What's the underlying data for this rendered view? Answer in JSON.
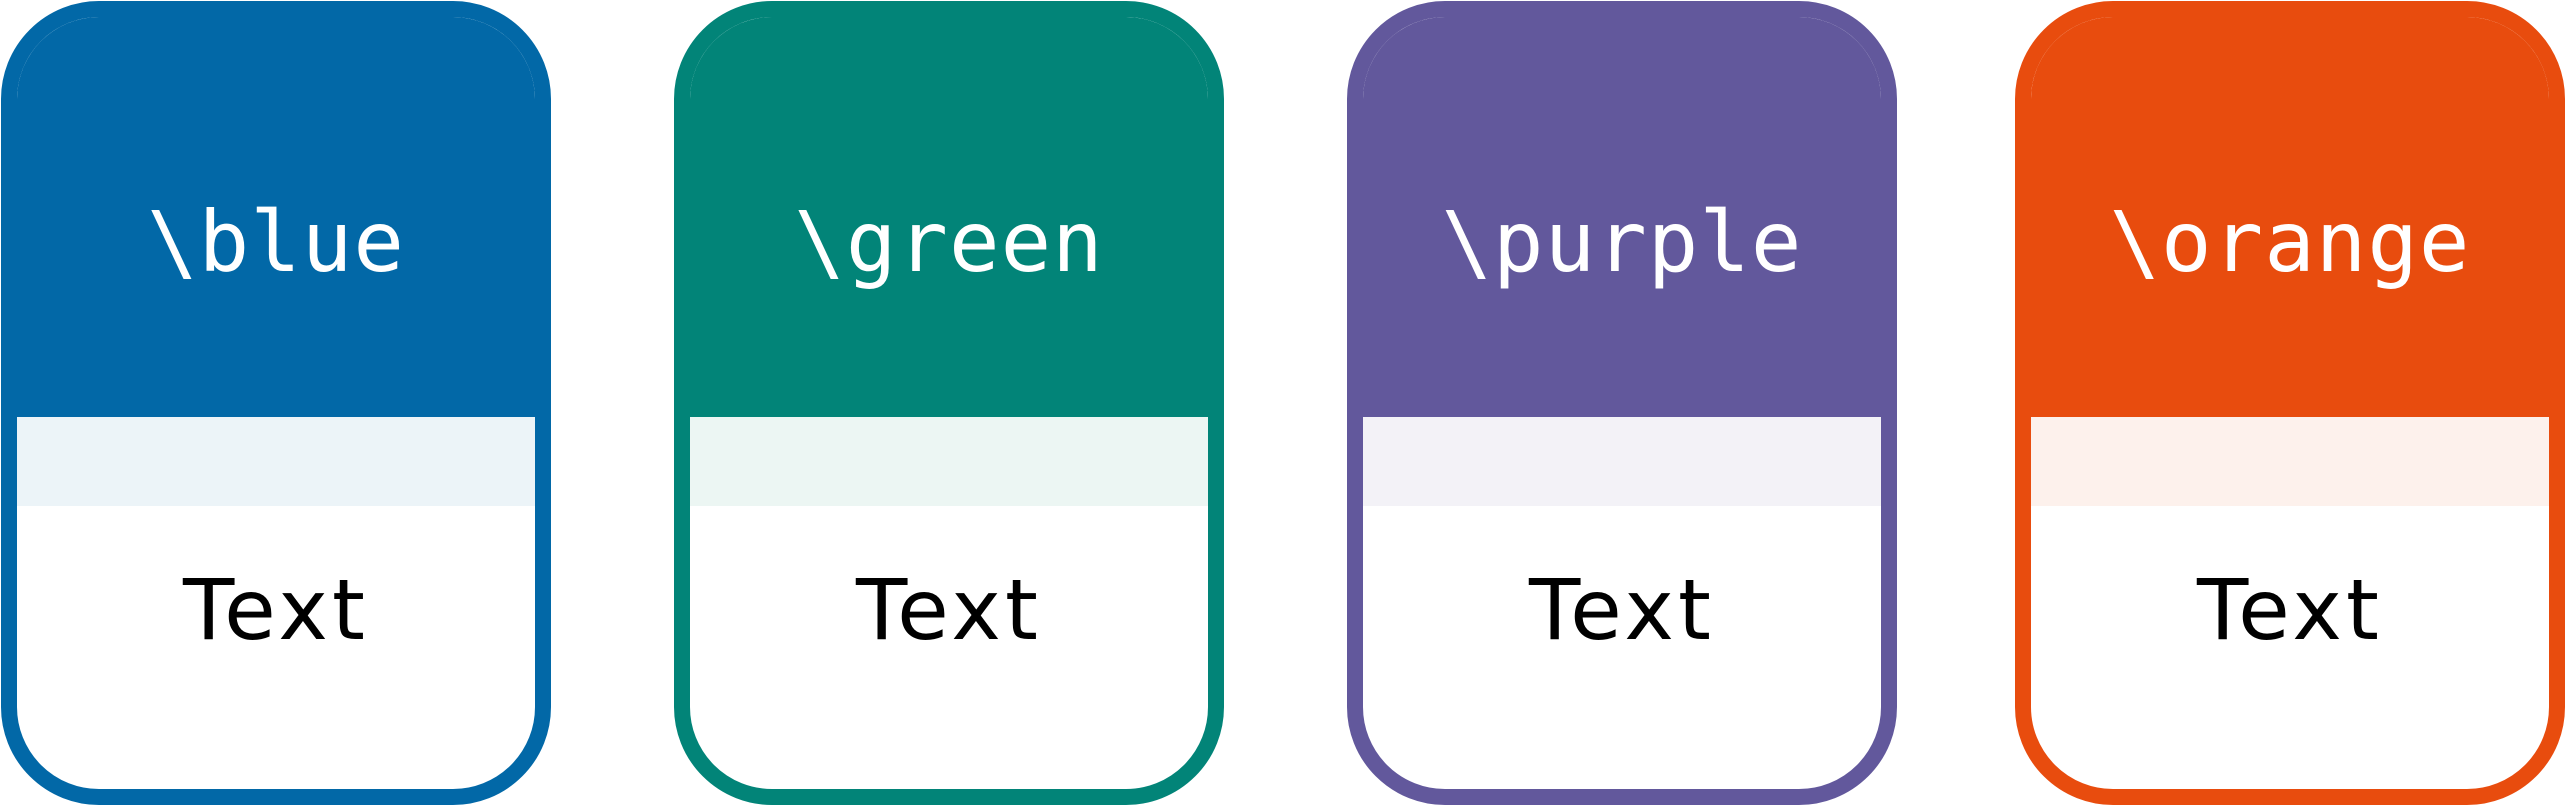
{
  "cards": [
    {
      "title": "\\blue",
      "text": "Text",
      "color": "#0268A7",
      "tint": "#ECF4F8"
    },
    {
      "title": "\\green",
      "text": "Text",
      "color": "#028478",
      "tint": "#ECF6F3"
    },
    {
      "title": "\\purple",
      "text": "Text",
      "color": "#62589C",
      "tint": "#F3F2F7"
    },
    {
      "title": "\\orange",
      "text": "Text",
      "color": "#E84C0E",
      "tint": "#FDF1EC"
    }
  ]
}
